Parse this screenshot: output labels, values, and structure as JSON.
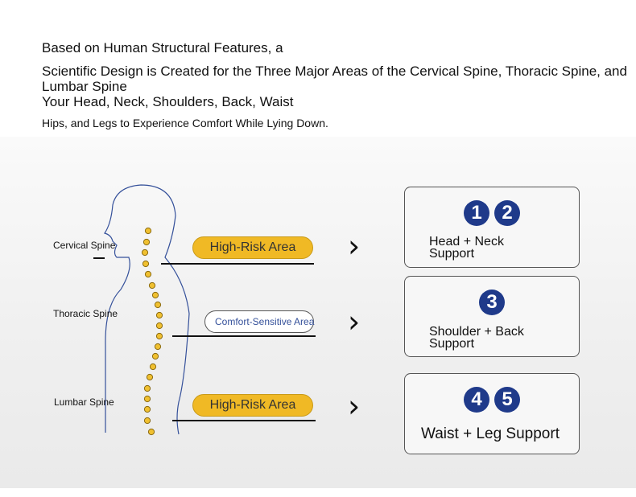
{
  "heading": {
    "line1": "Based on Human Structural Features, a",
    "line2": "Scientific Design is Created for the Three Major Areas of the Cervical Spine, Thoracic Spine, and Lumbar Spine",
    "line3": "Your Head, Neck, Shoulders, Back, Waist",
    "line4": "Hips, and Legs to Experience Comfort While Lying Down."
  },
  "regions": [
    {
      "label": "Cervical Spine",
      "area": "High-Risk Area",
      "numbers": [
        "1",
        "2"
      ],
      "support_l1": "Head + Neck",
      "support_l2": "Support"
    },
    {
      "label": "Thoracic Spine",
      "area": "Comfort-Sensitive Area",
      "numbers": [
        "3"
      ],
      "support_l1": "Shoulder + Back",
      "support_l2": "Support"
    },
    {
      "label": "Lumbar Spine",
      "area": "High-Risk Area",
      "numbers": [
        "4",
        "5"
      ],
      "support_l1": "Waist + Leg Support"
    }
  ],
  "colors": {
    "high_risk": "#f0b925",
    "number_badge": "#1f3a8a",
    "comfort_text": "#34509a"
  }
}
